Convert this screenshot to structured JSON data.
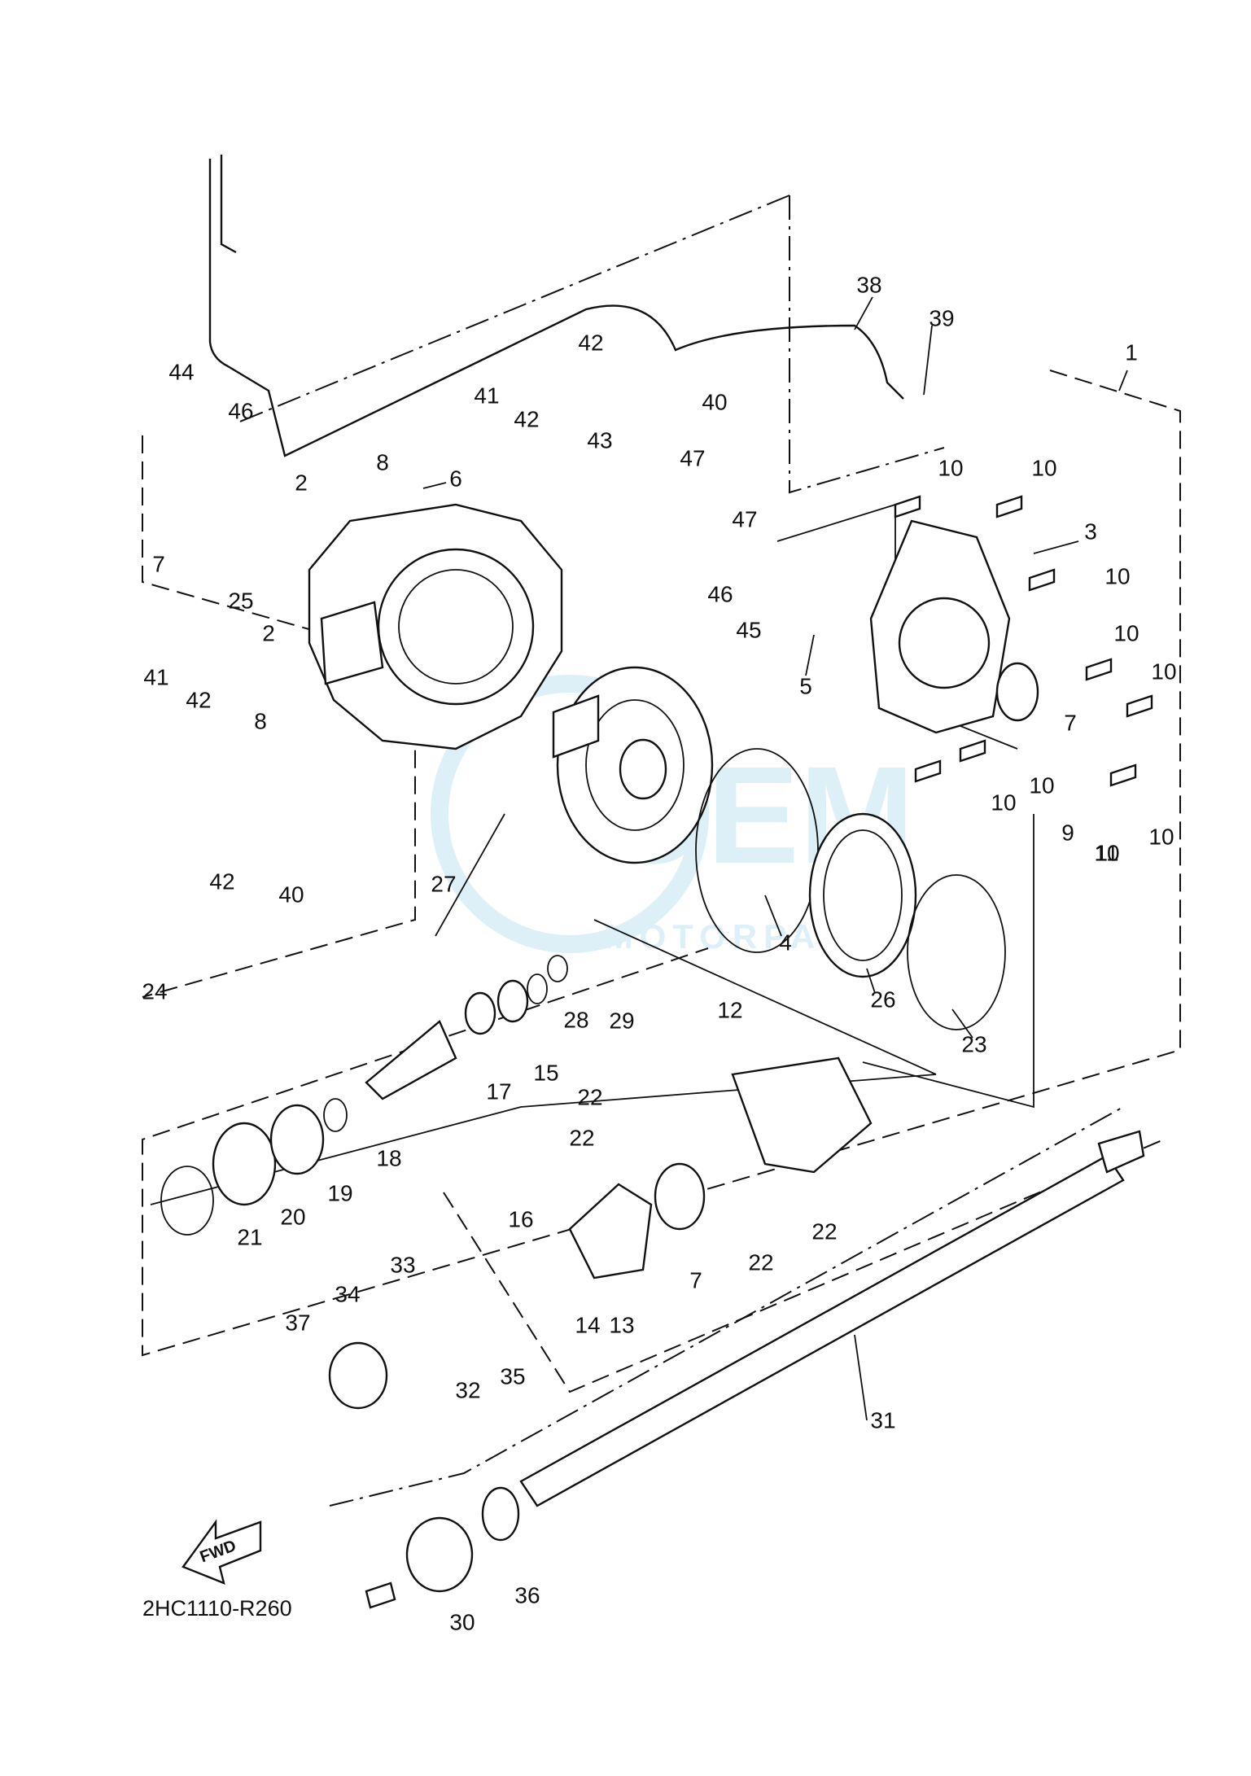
{
  "diagram": {
    "reference_code": "2HC1110-R260",
    "direction_arrow": "FWD",
    "watermark": {
      "brand": "OEM",
      "tagline": "MOTORPARTS",
      "color": "#9fd3ea"
    },
    "callouts": [
      {
        "id": "c1",
        "text": "1"
      },
      {
        "id": "c2a",
        "text": "2"
      },
      {
        "id": "c2b",
        "text": "2"
      },
      {
        "id": "c3",
        "text": "3"
      },
      {
        "id": "c4",
        "text": "4"
      },
      {
        "id": "c5",
        "text": "5"
      },
      {
        "id": "c6",
        "text": "6"
      },
      {
        "id": "c7a",
        "text": "7"
      },
      {
        "id": "c7b",
        "text": "7"
      },
      {
        "id": "c7c",
        "text": "7"
      },
      {
        "id": "c8a",
        "text": "8"
      },
      {
        "id": "c8b",
        "text": "8"
      },
      {
        "id": "c9",
        "text": "9"
      },
      {
        "id": "c10a",
        "text": "10"
      },
      {
        "id": "c10b",
        "text": "10"
      },
      {
        "id": "c10c",
        "text": "10"
      },
      {
        "id": "c10d",
        "text": "10"
      },
      {
        "id": "c10e",
        "text": "10"
      },
      {
        "id": "c10f",
        "text": "10"
      },
      {
        "id": "c10g",
        "text": "10"
      },
      {
        "id": "c10h",
        "text": "10"
      },
      {
        "id": "c10i",
        "text": "10"
      },
      {
        "id": "c11",
        "text": "11"
      },
      {
        "id": "c12",
        "text": "12"
      },
      {
        "id": "c13",
        "text": "13"
      },
      {
        "id": "c14",
        "text": "14"
      },
      {
        "id": "c15",
        "text": "15"
      },
      {
        "id": "c16",
        "text": "16"
      },
      {
        "id": "c17",
        "text": "17"
      },
      {
        "id": "c18",
        "text": "18"
      },
      {
        "id": "c19",
        "text": "19"
      },
      {
        "id": "c20",
        "text": "20"
      },
      {
        "id": "c21",
        "text": "21"
      },
      {
        "id": "c22a",
        "text": "22"
      },
      {
        "id": "c22b",
        "text": "22"
      },
      {
        "id": "c22c",
        "text": "22"
      },
      {
        "id": "c22d",
        "text": "22"
      },
      {
        "id": "c23",
        "text": "23"
      },
      {
        "id": "c24",
        "text": "24"
      },
      {
        "id": "c25",
        "text": "25"
      },
      {
        "id": "c26",
        "text": "26"
      },
      {
        "id": "c27",
        "text": "27"
      },
      {
        "id": "c28",
        "text": "28"
      },
      {
        "id": "c29",
        "text": "29"
      },
      {
        "id": "c30",
        "text": "30"
      },
      {
        "id": "c31",
        "text": "31"
      },
      {
        "id": "c32",
        "text": "32"
      },
      {
        "id": "c33",
        "text": "33"
      },
      {
        "id": "c34",
        "text": "34"
      },
      {
        "id": "c35",
        "text": "35"
      },
      {
        "id": "c36",
        "text": "36"
      },
      {
        "id": "c37",
        "text": "37"
      },
      {
        "id": "c38",
        "text": "38"
      },
      {
        "id": "c39",
        "text": "39"
      },
      {
        "id": "c40a",
        "text": "40"
      },
      {
        "id": "c40b",
        "text": "40"
      },
      {
        "id": "c41a",
        "text": "41"
      },
      {
        "id": "c41b",
        "text": "41"
      },
      {
        "id": "c42a",
        "text": "42"
      },
      {
        "id": "c42b",
        "text": "42"
      },
      {
        "id": "c42c",
        "text": "42"
      },
      {
        "id": "c42d",
        "text": "42"
      },
      {
        "id": "c43",
        "text": "43"
      },
      {
        "id": "c44",
        "text": "44"
      },
      {
        "id": "c45",
        "text": "45"
      },
      {
        "id": "c46a",
        "text": "46"
      },
      {
        "id": "c46b",
        "text": "46"
      },
      {
        "id": "c47a",
        "text": "47"
      },
      {
        "id": "c47b",
        "text": "47"
      }
    ]
  }
}
